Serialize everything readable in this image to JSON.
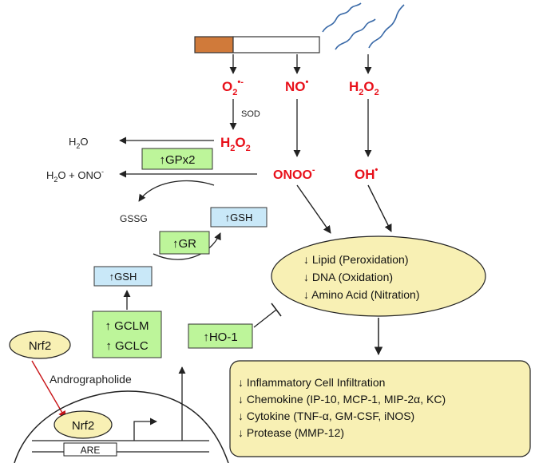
{
  "colors": {
    "red_label": "#e8101a",
    "green_box": "#bdf59a",
    "blue_box": "#c9e8f8",
    "yellow_fill": "#f8f0b4",
    "cigarette_filter": "#d07a3a",
    "smoke": "#3a6aa8"
  },
  "species": {
    "superoxide_base": "O",
    "superoxide_sub": "2",
    "superoxide_sup": "•-",
    "nitric_oxide_base": "NO",
    "nitric_oxide_sup": "•",
    "h2o2_base": "H",
    "h2o2_sub": "2",
    "h2o2_end": "O",
    "h2o2_end_sub": "2",
    "sod": "SOD",
    "peroxynitrite_base": "ONOO",
    "peroxynitrite_sup": "-",
    "hydroxyl_base": "OH",
    "hydroxyl_sup": "•",
    "water_base": "H",
    "water_sub": "2",
    "water_end": "O",
    "water_plus_ono": "O + ONO",
    "water_plus_ono_sup": "-"
  },
  "boxes": {
    "gpx2": "↑GPx2",
    "gsh_right": "↑GSH",
    "gr": "↑GR",
    "gsh_left": "↑GSH",
    "gclm": "↑ GCLM",
    "gclc": "↑ GCLC",
    "ho1": "↑HO-1",
    "gssg": "GSSG"
  },
  "ellipse_lines": [
    "↓ Lipid (Peroxidation)",
    "↓ DNA (Oxidation)",
    "↓ Amino Acid (Nitration)"
  ],
  "outcome_lines": [
    "↓ Inflammatory Cell Infiltration",
    "↓ Chemokine (IP-10, MCP-1, MIP-2α, KC)",
    "↓ Cytokine (TNF-α, GM-CSF, iNOS)",
    "↓ Protease (MMP-12)"
  ],
  "nrf2": {
    "cytoplasm_label": "Nrf2",
    "nucleus_label": "Nrf2",
    "drug_label": "Andrographolide",
    "are_label": "ARE"
  }
}
